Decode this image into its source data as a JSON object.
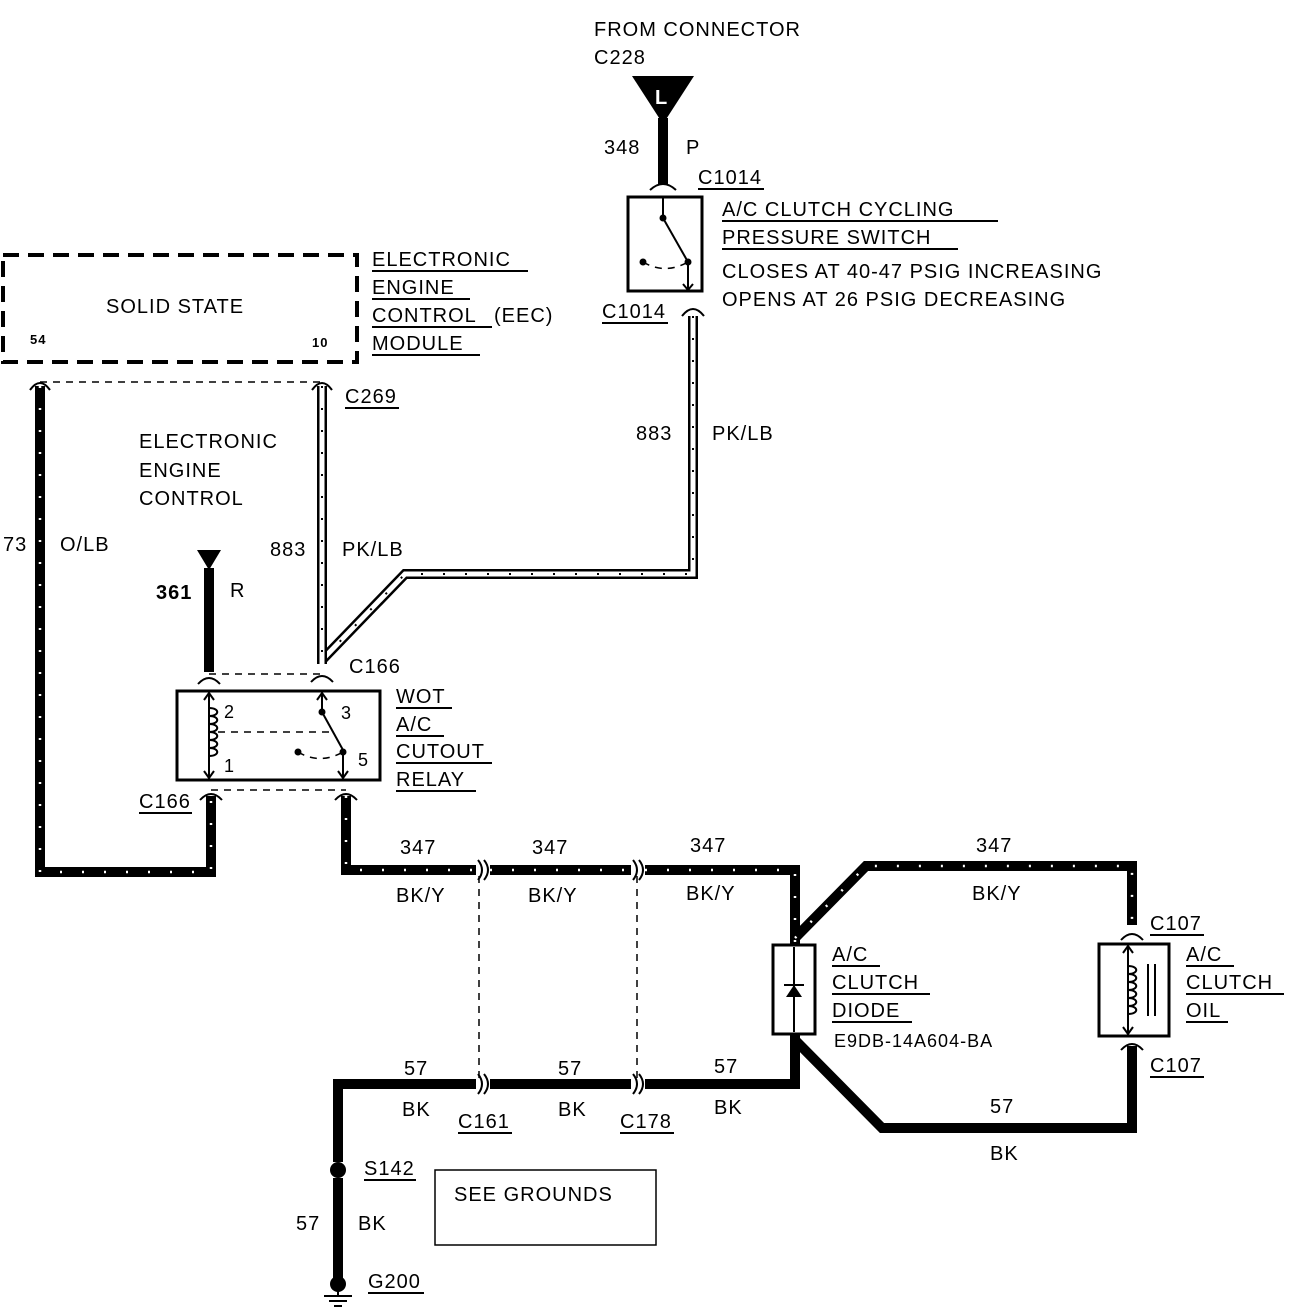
{
  "header": {
    "from_connector": "FROM CONNECTOR",
    "connector": "C228",
    "pin": "L"
  },
  "feed_wire": {
    "number": "348",
    "color": "P"
  },
  "switch": {
    "connector_top": "C1014",
    "connector_bottom": "C1014",
    "name_line1": "A/C CLUTCH CYCLING",
    "name_line2": "PRESSURE SWITCH",
    "note_line1": "CLOSES AT 40-47 PSIG INCREASING",
    "note_line2": "OPENS AT 26 PSIG DECREASING"
  },
  "switch_wire": {
    "number": "883",
    "color": "PK/LB"
  },
  "eec_module": {
    "body": "SOLID STATE",
    "pin_left": "54",
    "pin_right": "10",
    "name_line1": "ELECTRONIC",
    "name_line2": "ENGINE",
    "name_line3": "CONTROL",
    "name_line3b": "(EEC)",
    "name_line4": "MODULE",
    "connector": "C269"
  },
  "eec_section": {
    "line1": "ELECTRONIC",
    "line2": "ENGINE",
    "line3": "CONTROL"
  },
  "eec_wire": {
    "number": "73",
    "color": "O/LB"
  },
  "relay_wire": {
    "number": "883",
    "color": "PK/LB"
  },
  "power_feed": {
    "number": "361",
    "color": "R"
  },
  "relay": {
    "connector_top": "C166",
    "connector_bottom": "C166",
    "pin2": "2",
    "pin1": "1",
    "pin3": "3",
    "pin5": "5",
    "name_line1": "WOT",
    "name_line2": "A/C",
    "name_line3": "CUTOUT",
    "name_line4": "RELAY"
  },
  "clutch_feed": [
    {
      "number": "347",
      "color": "BK/Y"
    },
    {
      "number": "347",
      "color": "BK/Y"
    },
    {
      "number": "347",
      "color": "BK/Y"
    },
    {
      "number": "347",
      "color": "BK/Y"
    }
  ],
  "ground_wires": [
    {
      "number": "57",
      "color": "BK"
    },
    {
      "number": "57",
      "color": "BK"
    },
    {
      "number": "57",
      "color": "BK"
    },
    {
      "number": "57",
      "color": "BK"
    },
    {
      "number": "57",
      "color": "BK"
    }
  ],
  "connectors": {
    "c161": "C161",
    "c178": "C178"
  },
  "diode": {
    "line1": "A/C",
    "line2": "CLUTCH",
    "line3": "DIODE",
    "part_number": "E9DB-14A604-BA"
  },
  "clutch": {
    "connector_top": "C107",
    "connector_bottom": "C107",
    "line1": "A/C",
    "line2": "CLUTCH",
    "line3": "OIL"
  },
  "ground": {
    "splice": "S142",
    "ground_point": "G200",
    "see_grounds": "SEE GROUNDS"
  }
}
